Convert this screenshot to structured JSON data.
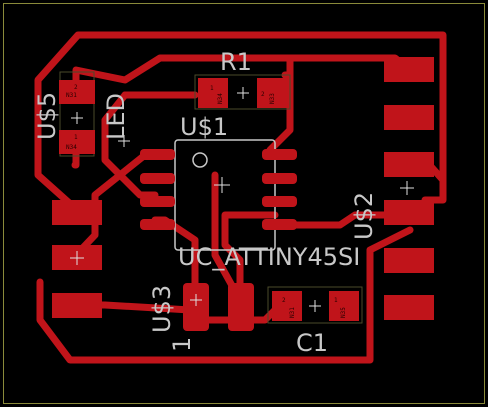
{
  "colors": {
    "background": "#000000",
    "frame": "#8a8a3a",
    "copper": "#c0141a",
    "label": "#c8c8c8",
    "origin": "#e0e0e0"
  },
  "labels": {
    "u5": "U$5",
    "led": "LED",
    "r1": "R1",
    "u1": "U$1",
    "u2": "U$2",
    "u3": "U$3",
    "u3_pin": "1",
    "ic": "UC_ATTINY45SI",
    "c1": "C1"
  },
  "pad_labels": {
    "led_n31": "N31",
    "led_n34": "N34",
    "led_pin2": "2",
    "led_pin1": "1",
    "r1_n34": "N34",
    "r1_n33": "N33",
    "r1_pin1": "1",
    "r1_pin2": "2",
    "c1_n31": "N31",
    "c1_n35": "N35",
    "c1_pin2": "2",
    "c1_pin1": "1"
  }
}
